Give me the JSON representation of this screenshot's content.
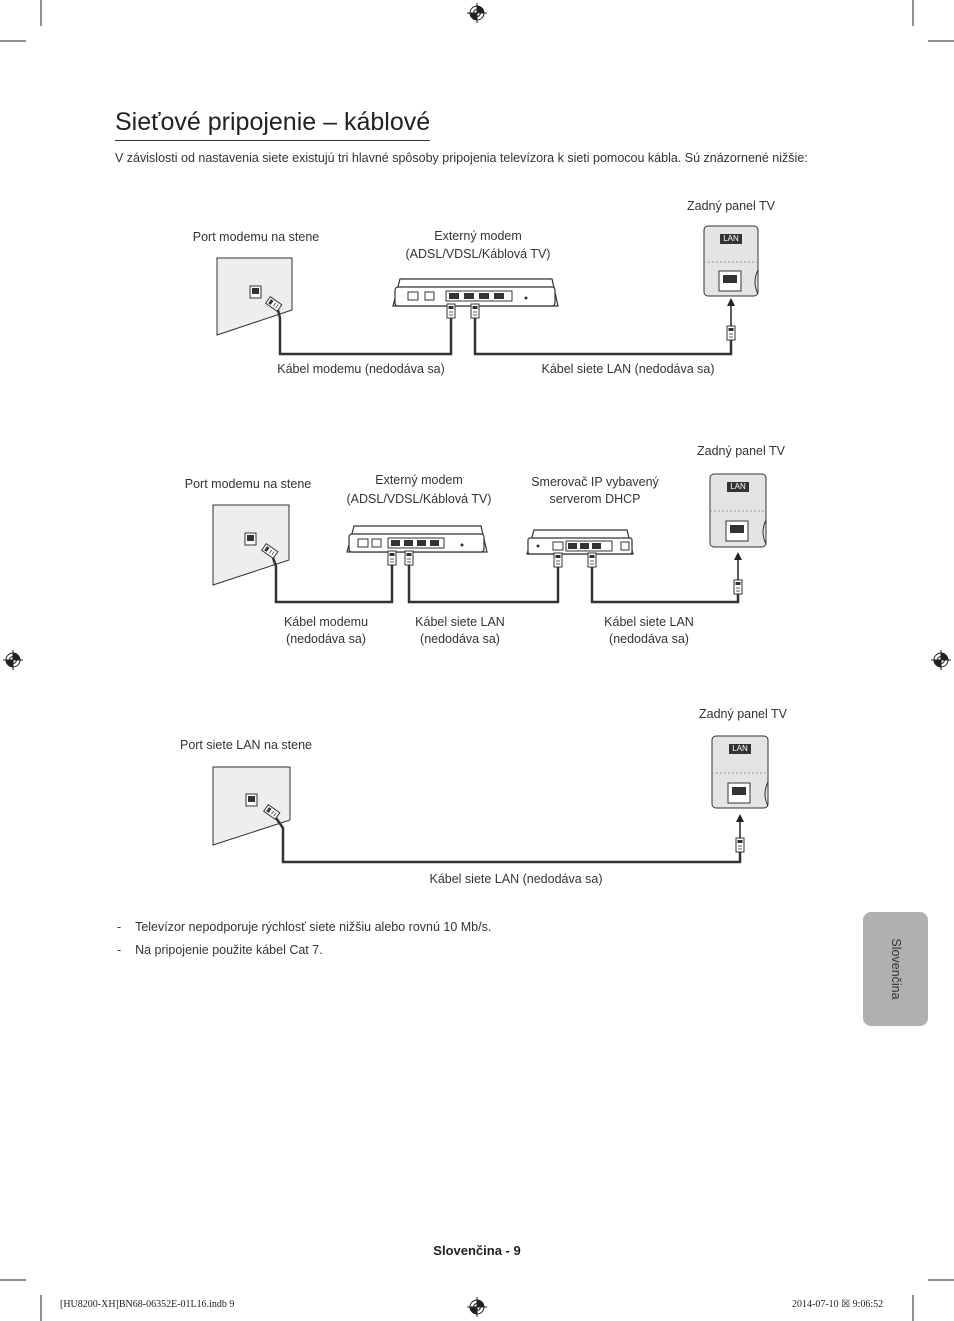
{
  "page": {
    "title": "Sieťové pripojenie – káblové",
    "intro": "V závislosti od nastavenia siete existujú tri hlavné spôsoby pripojenia televízora k sieti pomocou kábla. Sú znázornené nižšie:"
  },
  "diagram1": {
    "tv_label": "Zadný panel TV",
    "wall_port": "Port modemu na stene",
    "modem_line1": "Externý modem",
    "modem_line2": "(ADSL/VDSL/Káblová TV)",
    "modem_cable": "Kábel modemu (nedodáva sa)",
    "lan_cable": "Kábel siete LAN (nedodáva sa)",
    "lan_port": "LAN"
  },
  "diagram2": {
    "tv_label": "Zadný panel TV",
    "wall_port": "Port modemu na stene",
    "modem_line1": "Externý modem",
    "modem_line2": "(ADSL/VDSL/Káblová TV)",
    "router_line1": "Smerovač IP vybavený",
    "router_line2": "serverom DHCP",
    "modem_cable_line1": "Kábel modemu",
    "modem_cable_line2": "(nedodáva sa)",
    "lan_cable1_line1": "Kábel siete LAN",
    "lan_cable1_line2": "(nedodáva sa)",
    "lan_cable2_line1": "Kábel siete LAN",
    "lan_cable2_line2": "(nedodáva sa)",
    "lan_port": "LAN"
  },
  "diagram3": {
    "tv_label": "Zadný panel TV",
    "wall_port": "Port siete LAN na stene",
    "lan_cable": "Kábel siete LAN (nedodáva sa)",
    "lan_port": "LAN"
  },
  "notes": [
    "Televízor nepodporuje rýchlosť siete nižšiu alebo rovnú 10 Mb/s.",
    "Na pripojenie použite kábel Cat 7."
  ],
  "side_tab": "Slovenčina",
  "footer": "Slovenčina - 9",
  "print_info": {
    "file": "[HU8200-XH]BN68-06352E-01L16.indb   9",
    "timestamp": "2014-07-10   ☒ 9:06:52"
  }
}
